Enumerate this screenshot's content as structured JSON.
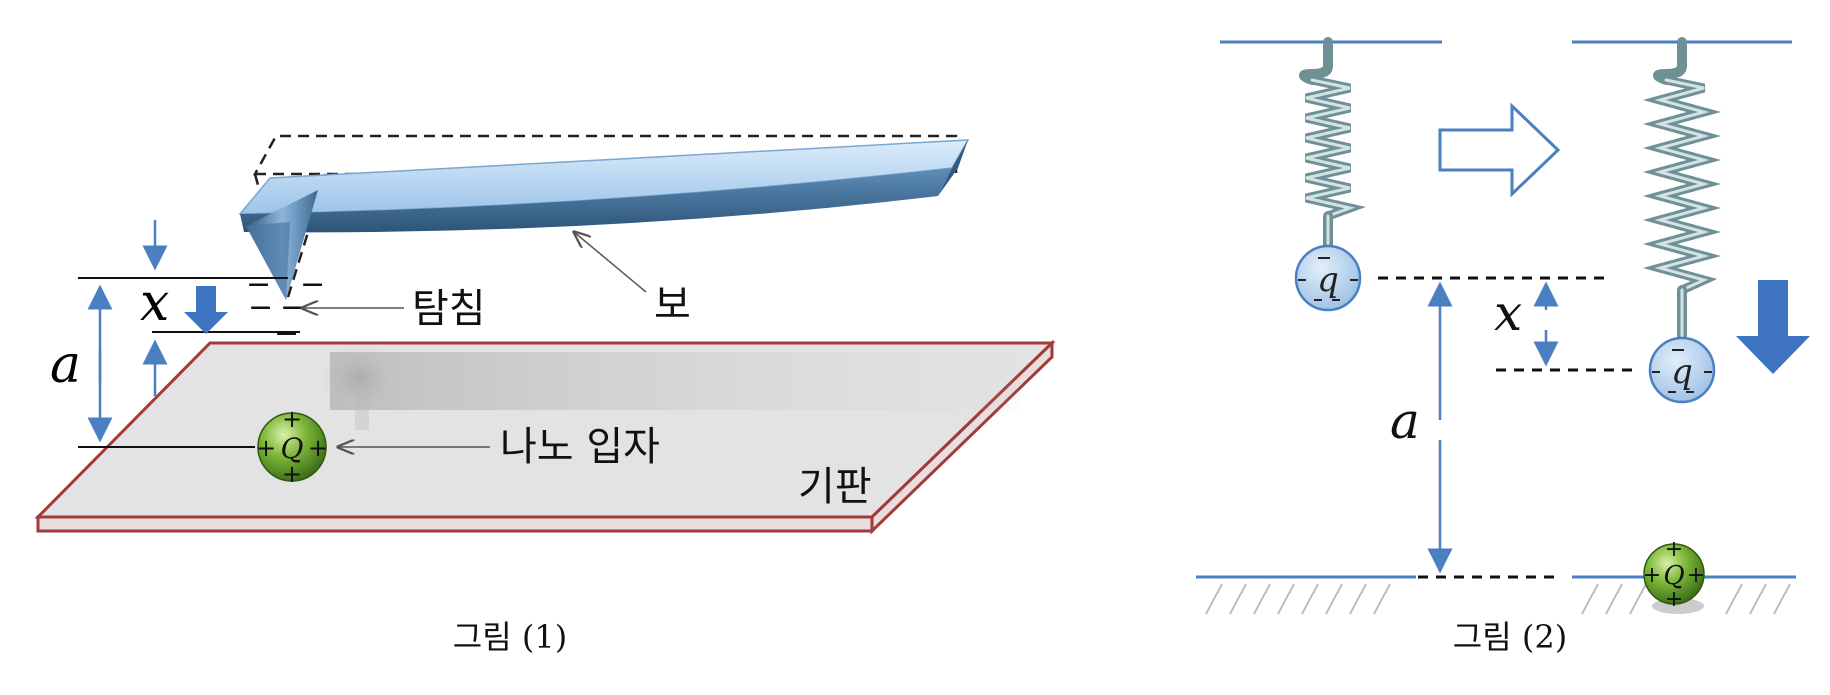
{
  "figure1": {
    "caption": "그림 (1)",
    "label_tip": "탐침",
    "label_beam": "보",
    "label_particle": "나노 입자",
    "label_substrate": "기판",
    "var_x": "x",
    "var_a": "a",
    "particle_charge": "Q",
    "tip_charge_sign": "−"
  },
  "figure2": {
    "caption": "그림 (2)",
    "var_x": "x",
    "var_a": "a",
    "probe_charge": "q",
    "particle_charge": "Q"
  },
  "colors": {
    "line_blue": "#4a7fc1",
    "arrow_blue": "#3f74c2",
    "beam_light": "#bcd9f2",
    "beam_dark": "#3f6f9c",
    "substrate_fill": "#e0e0e0",
    "substrate_edge": "#a23a3a",
    "particle_green": "#5f9c2e",
    "probe_fill": "#b3cdea"
  }
}
